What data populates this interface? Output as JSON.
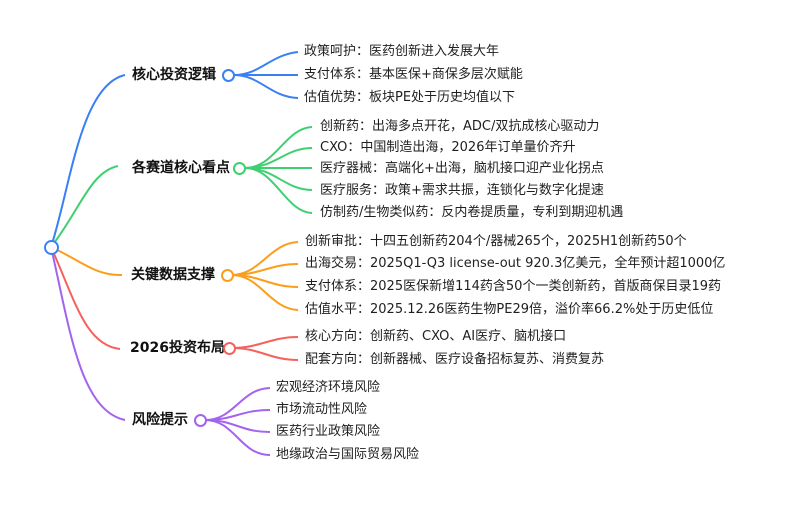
{
  "mindmap": {
    "root": {
      "label": "",
      "color": "#3b7ff5"
    },
    "branches": [
      {
        "label": "核心投资逻辑",
        "color": "#3b7ff5",
        "children": [
          "政策呵护：医药创新进入发展大年",
          "支付体系：基本医保+商保多层次赋能",
          "估值优势：板块PE处于历史均值以下"
        ]
      },
      {
        "label": "各赛道核心看点",
        "color": "#3fcf72",
        "children": [
          "创新药：出海多点开花，ADC/双抗成核心驱动力",
          "CXO：中国制造出海，2026年订单量价齐升",
          "医疗器械：高端化+出海，脑机接口迎产业化拐点",
          "医疗服务：政策+需求共振，连锁化与数字化提速",
          "仿制药/生物类似药：反内卷提质量，专利到期迎机遇"
        ]
      },
      {
        "label": "关键数据支撑",
        "color": "#fb9e1b",
        "children": [
          "创新审批：十四五创新药204个/器械265个，2025H1创新药50个",
          "出海交易：2025Q1-Q3 license-out 920.3亿美元，全年预计超1000亿",
          "支付体系：2025医保新增114药含50个一类创新药，首版商保目录19药",
          "估值水平：2025.12.26医药生物PE29倍，溢价率66.2%处于历史低位"
        ]
      },
      {
        "label": "2026投资布局",
        "color": "#f5625d",
        "children": [
          "核心方向：创新药、CXO、AI医疗、脑机接口",
          "配套方向：创新器械、医疗设备招标复苏、消费复苏"
        ]
      },
      {
        "label": "风险提示",
        "color": "#a463ef",
        "children": [
          "宏观经济环境风险",
          "市场流动性风险",
          "医药行业政策风险",
          "地缘政治与国际贸易风险"
        ]
      }
    ]
  }
}
